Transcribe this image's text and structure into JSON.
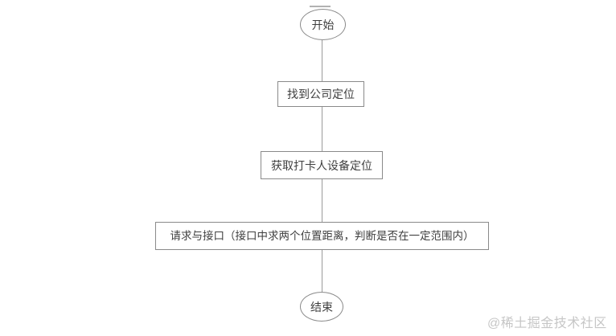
{
  "flowchart": {
    "start": {
      "label": "开始"
    },
    "steps": [
      {
        "label": "找到公司定位"
      },
      {
        "label": "获取打卡人设备定位"
      },
      {
        "label": "请求与接口（接口中求两个位置距离，判断是否在一定范围内）"
      }
    ],
    "end": {
      "label": "结束"
    }
  },
  "watermark": {
    "text": "@稀土掘金技术社区"
  },
  "colors": {
    "background": "#ffffff",
    "node_border": "#8a8a8a",
    "connector_line": "#9a9a9a",
    "node_text": "#3f3f3f",
    "watermark_text": "#c6c6c6"
  }
}
